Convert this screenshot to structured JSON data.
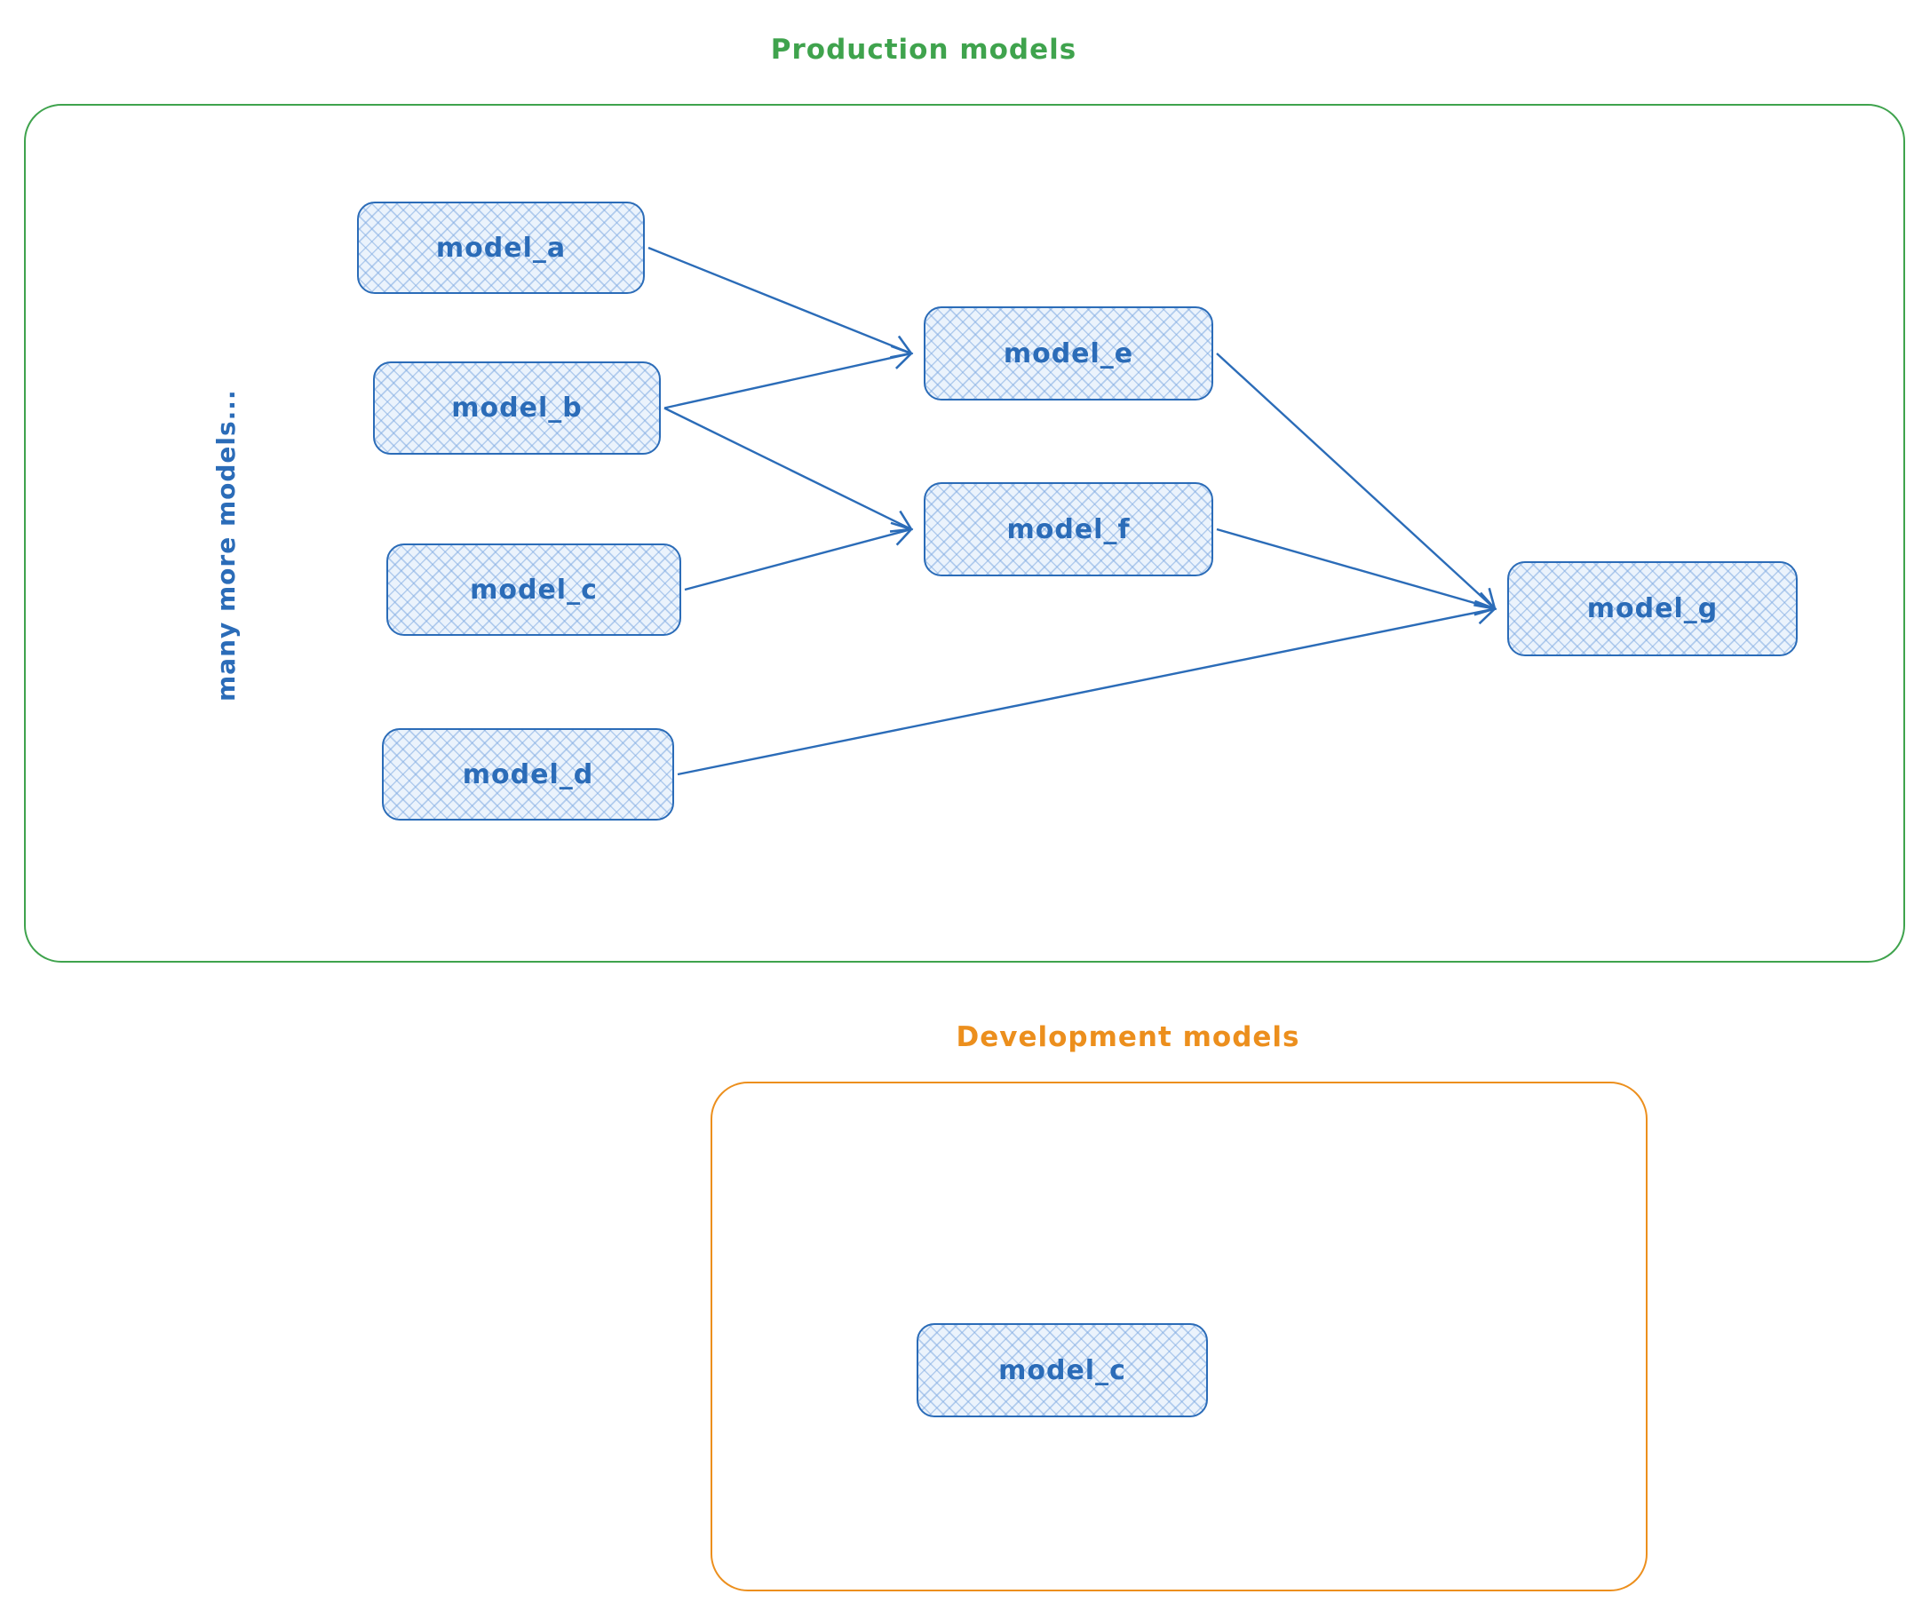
{
  "palette": {
    "green": "#3fa34d",
    "orange": "#ec8f1d",
    "blue": "#2b6cb8",
    "node_fill": "#ebf3fc"
  },
  "production": {
    "title": "Production models",
    "side_note": "many more models...",
    "nodes": [
      {
        "id": "model_a",
        "label": "model_a"
      },
      {
        "id": "model_b",
        "label": "model_b"
      },
      {
        "id": "model_c",
        "label": "model_c"
      },
      {
        "id": "model_d",
        "label": "model_d"
      },
      {
        "id": "model_e",
        "label": "model_e"
      },
      {
        "id": "model_f",
        "label": "model_f"
      },
      {
        "id": "model_g",
        "label": "model_g"
      }
    ]
  },
  "development": {
    "title": "Development models",
    "nodes": [
      {
        "id": "dev_model_c",
        "label": "model_c"
      }
    ]
  },
  "edges": [
    {
      "from": "model_a",
      "to": "model_e"
    },
    {
      "from": "model_b",
      "to": "model_e"
    },
    {
      "from": "model_b",
      "to": "model_f"
    },
    {
      "from": "model_c",
      "to": "model_f"
    },
    {
      "from": "model_d",
      "to": "model_g"
    },
    {
      "from": "model_e",
      "to": "model_g"
    },
    {
      "from": "model_f",
      "to": "model_g"
    }
  ]
}
